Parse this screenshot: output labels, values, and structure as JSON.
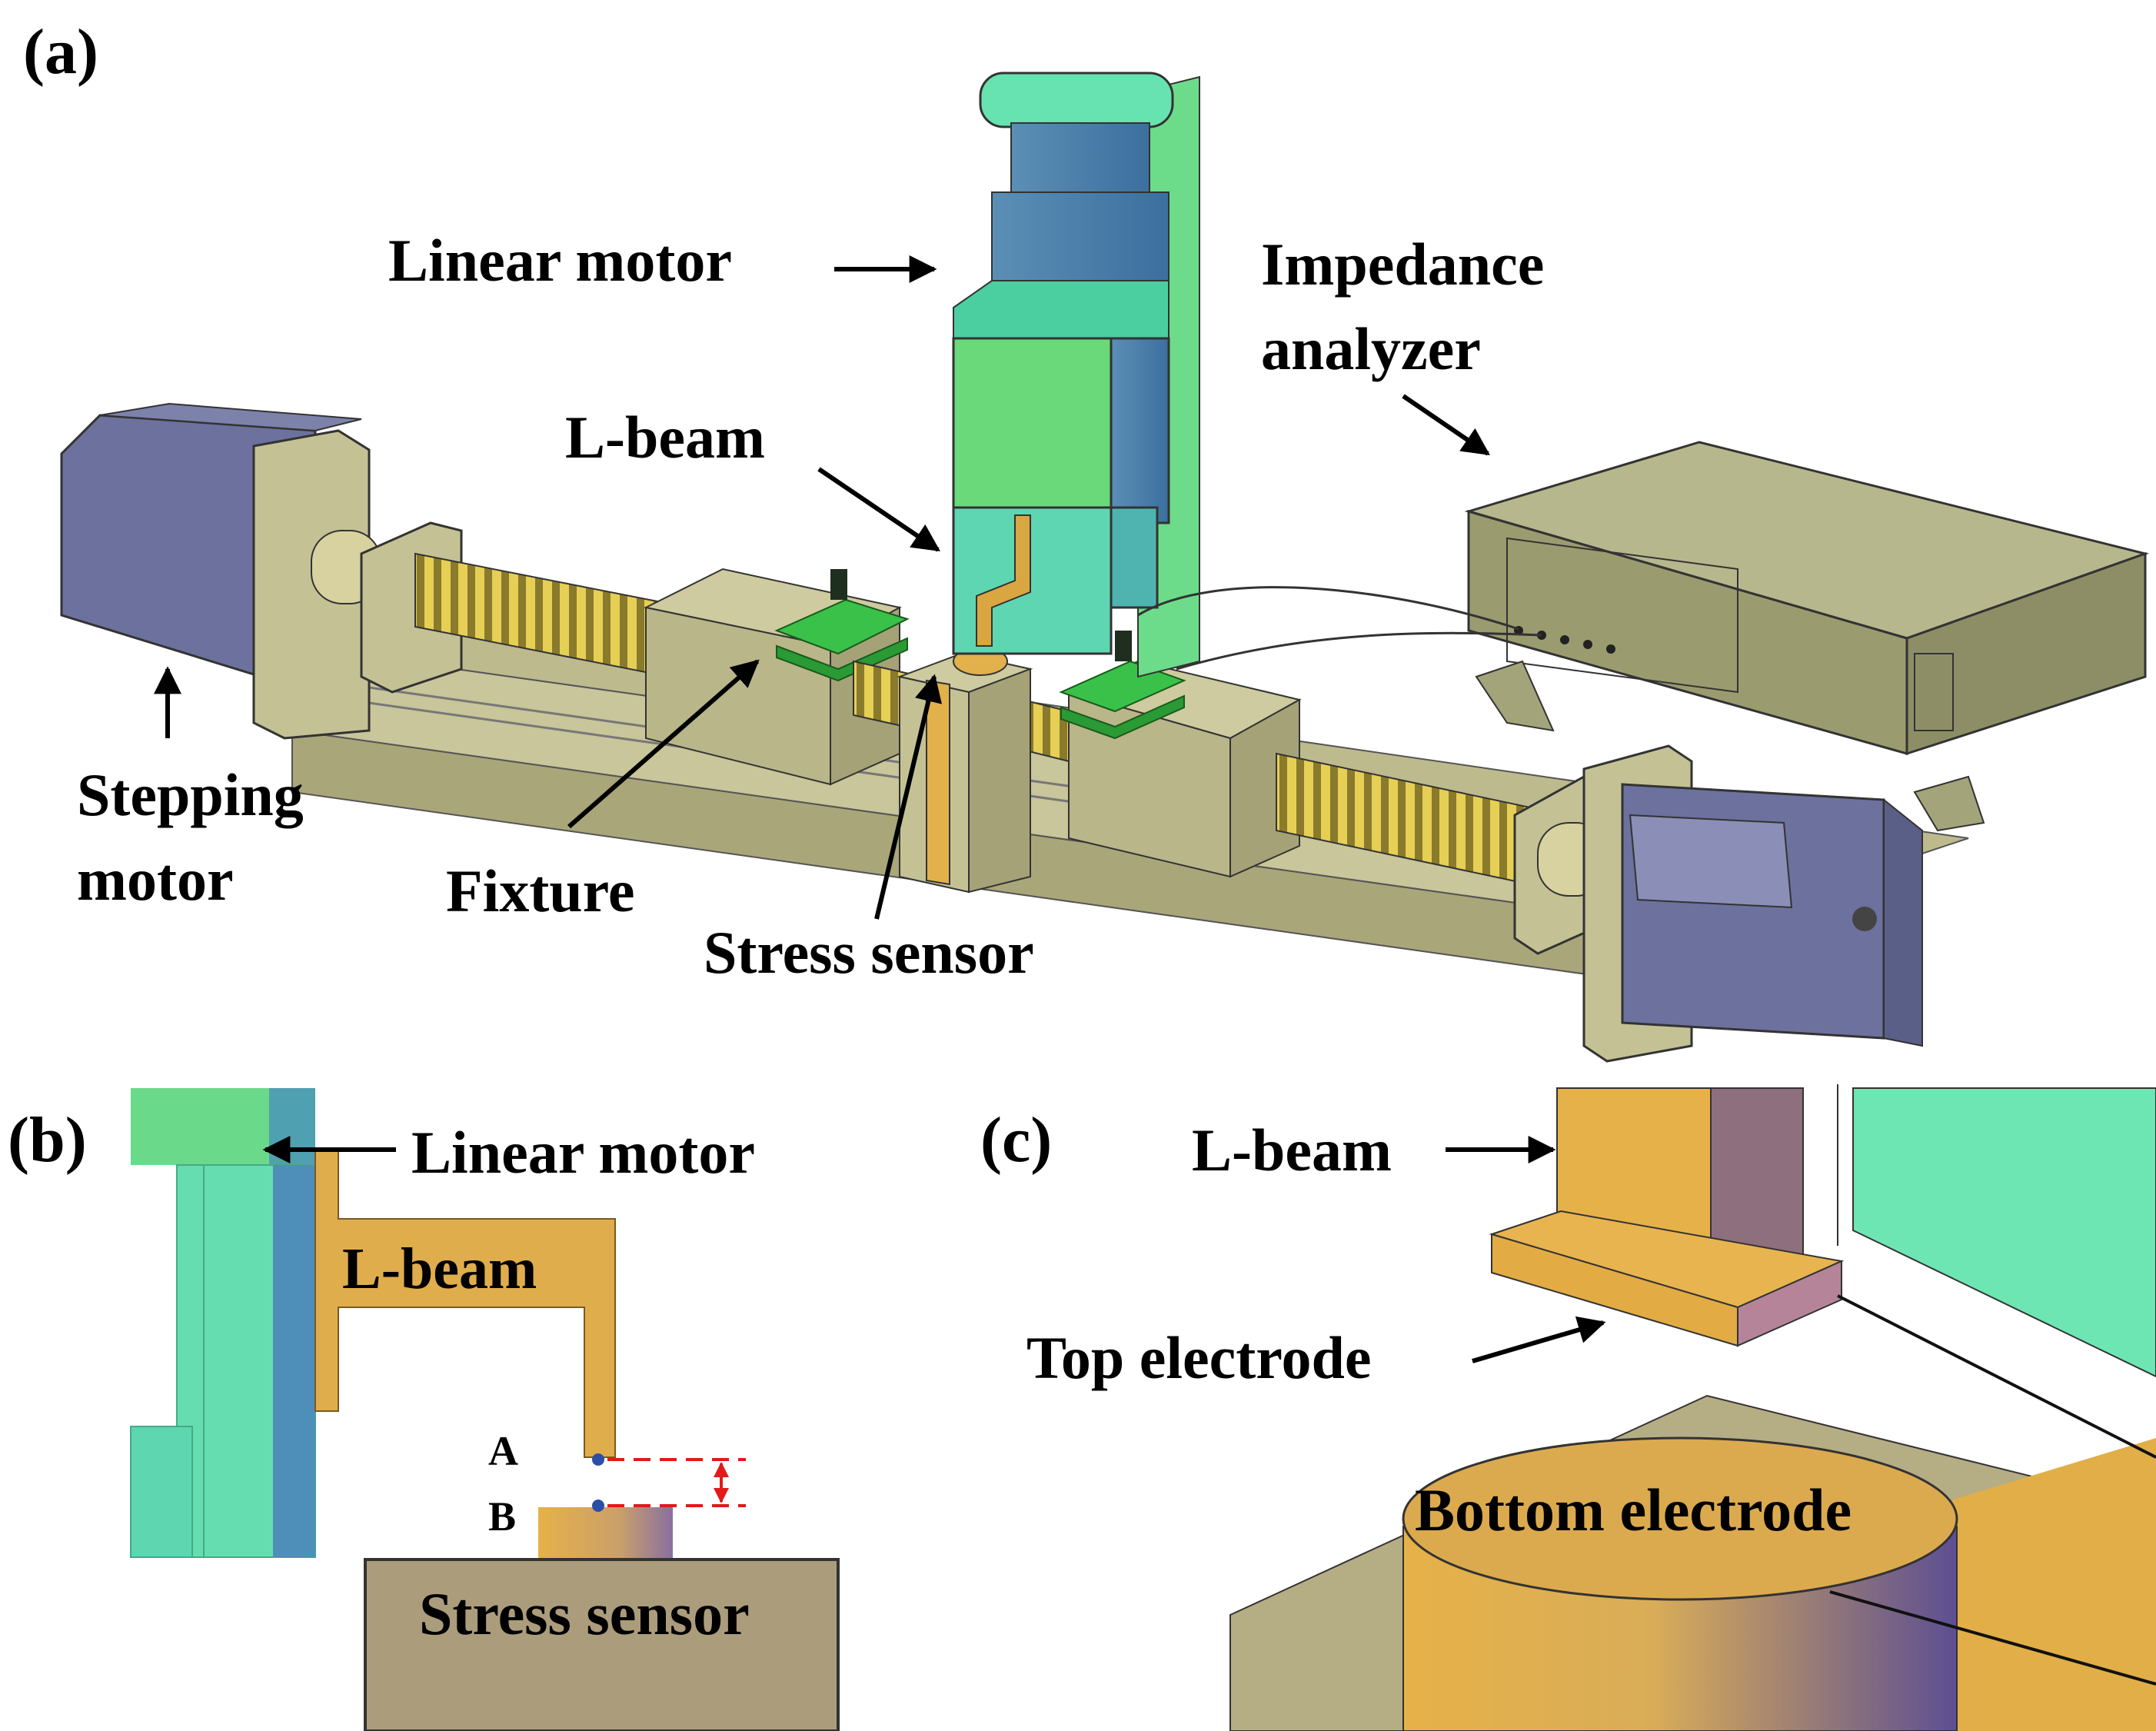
{
  "panels": {
    "a": "(a)",
    "b": "(b)",
    "c": "(c)"
  },
  "panel_a": {
    "linear_motor": "Linear motor",
    "impedance_line1": "Impedance",
    "impedance_line2": "analyzer",
    "l_beam": "L-beam",
    "stepping_line1": "Stepping",
    "stepping_line2": "motor",
    "fixture": "Fixture",
    "stress_sensor": "Stress sensor"
  },
  "panel_b": {
    "linear_motor": "Linear motor",
    "l_beam": "L-beam",
    "point_a": "A",
    "point_b": "B",
    "stress_sensor": "Stress sensor"
  },
  "panel_c": {
    "l_beam": "L-beam",
    "top_electrode": "Top electrode",
    "bottom_electrode": "Bottom electrode"
  },
  "colors": {
    "rail": "#b8b68a",
    "motor": "#6a6f9a",
    "green": "#6fd67f",
    "teal": "#5fd6b2",
    "blue": "#4f86b8",
    "orange": "#e2b14c",
    "analyzer": "#9a9a70",
    "sensor": "#ab9c7c"
  }
}
